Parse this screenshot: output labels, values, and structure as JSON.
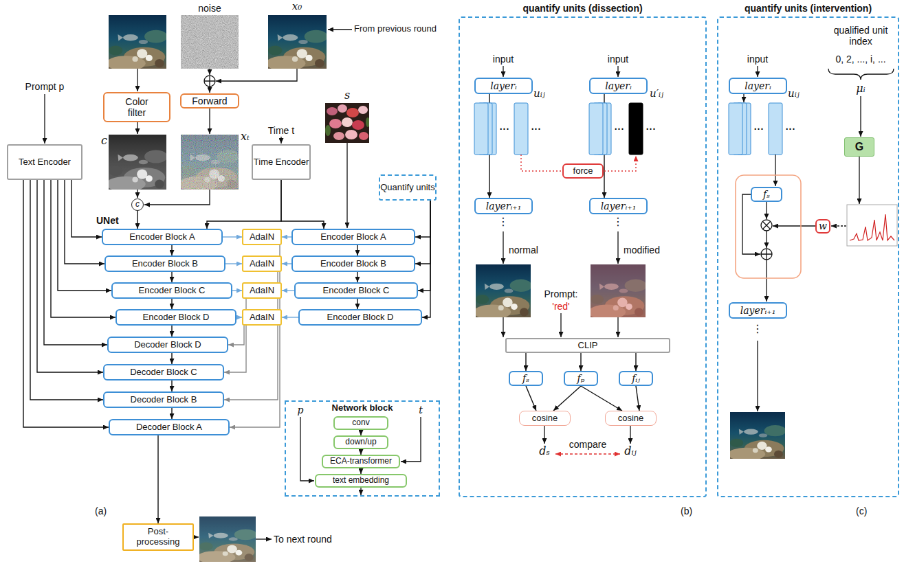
{
  "diagram": {
    "nodes": [
      {
        "text": [
          "Color filter"
        ]
      },
      {
        "text": [
          "Forward"
        ]
      },
      {
        "text": [
          "Text Encoder"
        ]
      },
      {
        "text": [
          "Time Encoder"
        ]
      },
      {
        "text": [
          "Quantify units"
        ]
      },
      {
        "text": [
          "c"
        ]
      },
      {
        "text": [
          "UNet"
        ]
      },
      {
        "text": [
          "Encoder Block A"
        ],
        "in": 6
      },
      {
        "text": [
          "AdaIN"
        ],
        "in": 6
      },
      {
        "text": [
          "Encoder Block A"
        ],
        "in": 6
      },
      {
        "text": [
          "Encoder Block B"
        ],
        "in": 6
      },
      {
        "text": [
          "AdaIN"
        ],
        "in": 6
      },
      {
        "text": [
          "Encoder Block B"
        ],
        "in": 6
      },
      {
        "text": [
          "Encoder Block C"
        ],
        "in": 6
      },
      {
        "text": [
          "AdaIN"
        ],
        "in": 6
      },
      {
        "text": [
          "Encoder Block C"
        ],
        "in": 6
      },
      {
        "text": [
          "Encoder Block D"
        ],
        "in": 6
      },
      {
        "text": [
          "AdaIN"
        ],
        "in": 6
      },
      {
        "text": [
          "Encoder Block D"
        ],
        "in": 6
      },
      {
        "text": [
          "Decoder Block D"
        ],
        "in": 6
      },
      {
        "text": [
          "Decoder Block C"
        ],
        "in": 6
      },
      {
        "text": [
          "Decoder Block B"
        ],
        "in": 6
      },
      {
        "text": [
          "Decoder Block A"
        ],
        "in": 6
      },
      {
        "text": [
          "Network block"
        ]
      },
      {
        "text": [
          "conv"
        ],
        "in": 23
      },
      {
        "text": [
          "down/up"
        ],
        "in": 23
      },
      {
        "text": [
          "ECA-transformer"
        ],
        "in": 23
      },
      {
        "text": [
          "text embedding"
        ],
        "in": 23
      },
      {
        "text": [
          "Post-processing"
        ]
      },
      {
        "text": [
          "quantify units (dissection)"
        ]
      },
      {
        "text": [
          "layerᵢ"
        ],
        "in": 29
      },
      {
        "text": [
          "layerᵢ"
        ],
        "in": 29
      },
      {
        "text": [
          "force"
        ],
        "in": 29
      },
      {
        "text": [
          "layerᵢ₊₁"
        ],
        "in": 29
      },
      {
        "text": [
          "layerᵢ₊₁"
        ],
        "in": 29
      },
      {
        "text": [
          "CLIP"
        ],
        "in": 29
      },
      {
        "text": [
          "fₛ"
        ],
        "in": 29
      },
      {
        "text": [
          "fₚ"
        ],
        "in": 29
      },
      {
        "text": [
          "fᵢⱼ"
        ],
        "in": 29
      },
      {
        "text": [
          "cosine"
        ],
        "in": 29
      },
      {
        "text": [
          "cosine"
        ],
        "in": 29
      },
      {
        "text": [
          "quantify units (intervention)"
        ]
      },
      {
        "text": [
          "layerᵢ"
        ],
        "in": 41
      },
      {
        "text": [
          "G"
        ],
        "in": 41
      },
      {
        "text": [
          "fₛ"
        ],
        "in": 41
      },
      {
        "text": [
          "w"
        ],
        "in": 41
      },
      {
        "text": [
          "layerᵢ₊₁"
        ],
        "in": 41
      }
    ],
    "edges": [
      {
        "from": 2,
        "to": 7,
        "arrow": "to"
      },
      {
        "from": 2,
        "to": 10,
        "arrow": "to"
      },
      {
        "from": 2,
        "to": 13,
        "arrow": "to"
      },
      {
        "from": 2,
        "to": 16,
        "arrow": "to"
      },
      {
        "from": 2,
        "to": 19,
        "arrow": "to"
      },
      {
        "from": 2,
        "to": 20,
        "arrow": "to"
      },
      {
        "from": 2,
        "to": 21,
        "arrow": "to"
      },
      {
        "from": 2,
        "to": 22,
        "arrow": "to"
      },
      {
        "from": 3,
        "to": 7,
        "arrow": "to"
      },
      {
        "from": 3,
        "to": 9,
        "arrow": "to"
      },
      {
        "from": 4,
        "to": 9,
        "arrow": "to"
      },
      {
        "from": 4,
        "to": 12,
        "arrow": "to"
      },
      {
        "from": 4,
        "to": 15,
        "arrow": "to"
      },
      {
        "from": 4,
        "to": 18,
        "arrow": "to"
      },
      {
        "from": 5,
        "to": 7,
        "arrow": "to"
      },
      {
        "from": 7,
        "to": 10,
        "arrow": "to"
      },
      {
        "from": 10,
        "to": 13,
        "arrow": "to"
      },
      {
        "from": 13,
        "to": 16,
        "arrow": "to"
      },
      {
        "from": 16,
        "to": 19,
        "arrow": "to"
      },
      {
        "from": 19,
        "to": 20,
        "arrow": "to"
      },
      {
        "from": 20,
        "to": 21,
        "arrow": "to"
      },
      {
        "from": 21,
        "to": 22,
        "arrow": "to"
      },
      {
        "from": 9,
        "to": 12,
        "arrow": "to"
      },
      {
        "from": 12,
        "to": 15,
        "arrow": "to"
      },
      {
        "from": 15,
        "to": 18,
        "arrow": "to"
      },
      {
        "from": 7,
        "to": 8,
        "arrow": "to"
      },
      {
        "from": 9,
        "to": 8,
        "arrow": "to"
      },
      {
        "from": 10,
        "to": 11,
        "arrow": "to"
      },
      {
        "from": 12,
        "to": 11,
        "arrow": "to"
      },
      {
        "from": 13,
        "to": 14,
        "arrow": "to"
      },
      {
        "from": 15,
        "to": 14,
        "arrow": "to"
      },
      {
        "from": 16,
        "to": 17,
        "arrow": "to"
      },
      {
        "from": 18,
        "to": 17,
        "arrow": "to"
      },
      {
        "from": 8,
        "to": 22,
        "arrow": "to"
      },
      {
        "from": 11,
        "to": 21,
        "arrow": "to"
      },
      {
        "from": 14,
        "to": 20,
        "arrow": "to"
      },
      {
        "from": 17,
        "to": 19,
        "arrow": "to"
      },
      {
        "from": 24,
        "to": 25,
        "arrow": "to"
      },
      {
        "from": 25,
        "to": 26,
        "arrow": "to"
      },
      {
        "from": 26,
        "to": 27,
        "arrow": "to"
      },
      {
        "from": 22,
        "to": 28,
        "arrow": "to"
      },
      {
        "from": 30,
        "to": 33,
        "arrow": "to"
      },
      {
        "from": 31,
        "to": 34,
        "arrow": "to"
      },
      {
        "from": 35,
        "to": 36,
        "arrow": "to"
      },
      {
        "from": 35,
        "to": 37,
        "arrow": "to"
      },
      {
        "from": 35,
        "to": 38,
        "arrow": "to"
      },
      {
        "from": 36,
        "to": 39,
        "arrow": "to"
      },
      {
        "from": 37,
        "to": 39,
        "arrow": "to"
      },
      {
        "from": 37,
        "to": 40,
        "arrow": "to"
      },
      {
        "from": 38,
        "to": 40,
        "arrow": "to"
      }
    ],
    "labels": [
      "noise",
      "x₀",
      "From previous round",
      "Prompt p",
      "c",
      "xₜ",
      "Time t",
      "s",
      "p",
      "t",
      "(a)",
      "To next round",
      "input",
      "input",
      "uᵢⱼ",
      "...",
      "...",
      "u′ᵢⱼ",
      "...",
      "...",
      "⋮",
      "⋮",
      "normal",
      "modified",
      "Prompt:",
      "'red'",
      "dₛ",
      "compare",
      "dᵢⱼ",
      "(b)",
      "input",
      "uᵢⱼ",
      "...",
      "...",
      "qualified unit index",
      "0, 2, ..., i, ...",
      "μᵢ",
      "⋮",
      "(c)"
    ]
  }
}
